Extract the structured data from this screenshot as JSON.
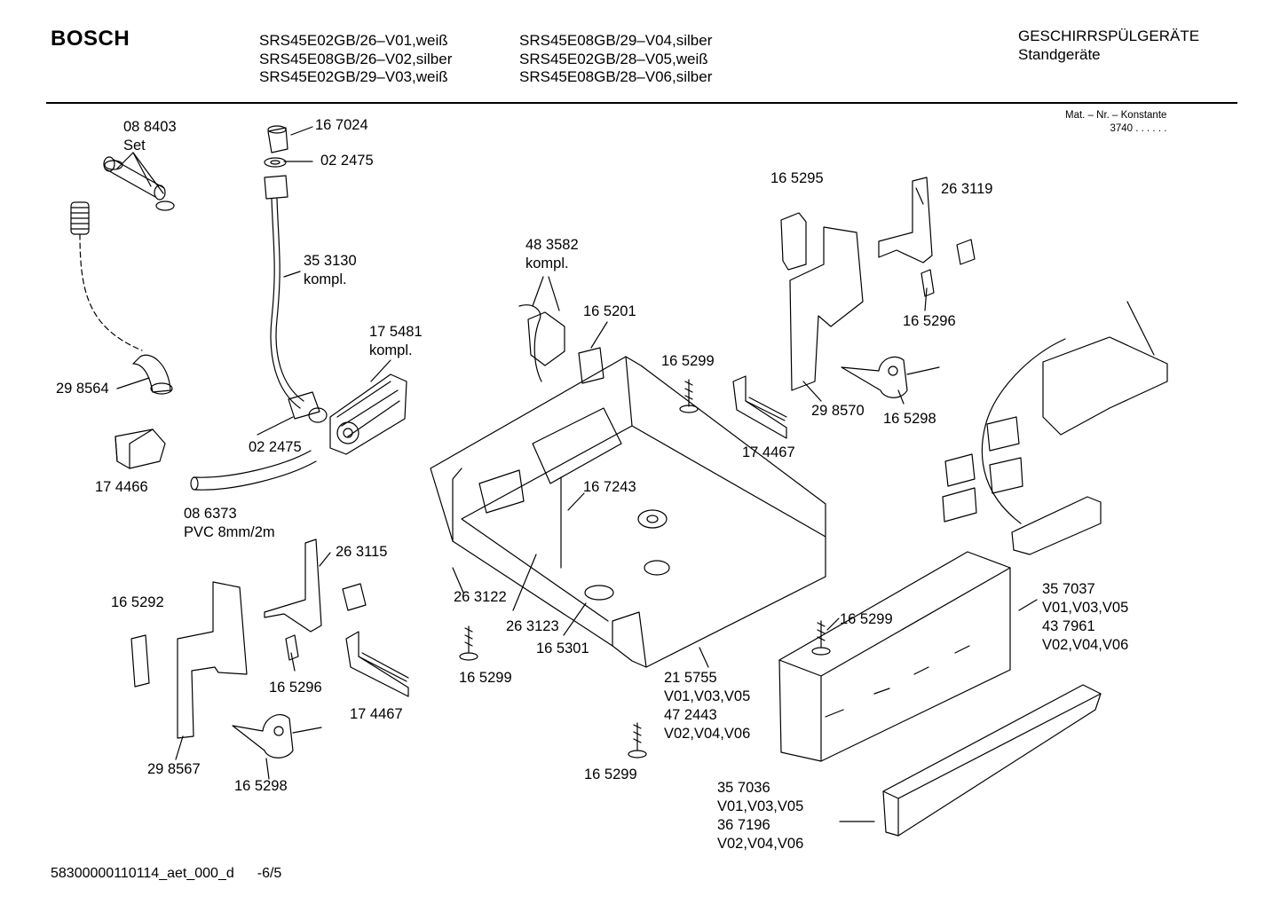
{
  "header": {
    "brand": "BOSCH",
    "models_left": [
      "SRS45E02GB/26–V01,weiß",
      "SRS45E08GB/26–V02,silber",
      "SRS45E02GB/29–V03,weiß"
    ],
    "models_right": [
      "SRS45E08GB/29–V04,silber",
      "SRS45E02GB/28–V05,weiß",
      "SRS45E08GB/28–V06,silber"
    ],
    "category": "GESCHIRRSPÜLGERÄTE",
    "subcategory": "Standgeräte",
    "mat_label": "Mat. – Nr. – Konstante",
    "mat_value": "3740 . . . . . ."
  },
  "parts": {
    "p088403": [
      "08 8403",
      "Set"
    ],
    "p167024": [
      "16 7024"
    ],
    "p022475a": [
      "02 2475"
    ],
    "p353130": [
      "35 3130",
      "kompl."
    ],
    "p175481": [
      "17 5481",
      "kompl."
    ],
    "p298564": [
      "29 8564"
    ],
    "p022475b": [
      "02 2475"
    ],
    "p174466": [
      "17 4466"
    ],
    "p086373": [
      "08 6373",
      "PVC 8mm/2m"
    ],
    "p483582": [
      "48 3582",
      "kompl."
    ],
    "p165201": [
      "16 5201"
    ],
    "p165299a": [
      "16 5299"
    ],
    "p174467a": [
      "17 4467"
    ],
    "p167243": [
      "16 7243"
    ],
    "p165295": [
      "16 5295"
    ],
    "p263119": [
      "26 3119"
    ],
    "p165296a": [
      "16 5296"
    ],
    "p298570": [
      "29 8570"
    ],
    "p165298a": [
      "16 5298"
    ],
    "p263115": [
      "26 3115"
    ],
    "p165292": [
      "16 5292"
    ],
    "p165296b": [
      "16 5296"
    ],
    "p174467b": [
      "17 4467"
    ],
    "p298567": [
      "29 8567"
    ],
    "p165298b": [
      "16 5298"
    ],
    "p263122": [
      "26 3122"
    ],
    "p263123": [
      "26 3123"
    ],
    "p165301": [
      "16 5301"
    ],
    "p165299b": [
      "16 5299"
    ],
    "p215755": [
      "21 5755",
      "V01,V03,V05",
      "47 2443",
      "V02,V04,V06"
    ],
    "p165299c": [
      "16 5299"
    ],
    "p165299d": [
      "16 5299"
    ],
    "p357037": [
      "35 7037",
      "V01,V03,V05",
      "43 7961",
      "V02,V04,V06"
    ],
    "p357036": [
      "35 7036",
      "V01,V03,V05",
      "36 7196",
      "V02,V04,V06"
    ]
  },
  "footer": {
    "doc_id": "58300000110114_aet_000_d",
    "page": "-6/5"
  }
}
